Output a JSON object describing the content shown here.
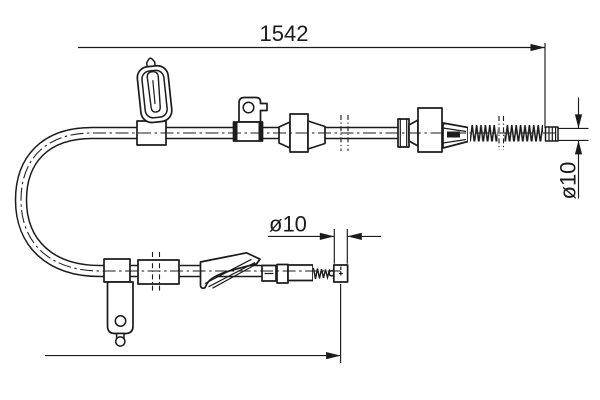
{
  "canvas": {
    "background": "#ffffff",
    "ink": "#1b1b1b"
  },
  "drawing": {
    "labels": {
      "overall_length": "1542",
      "diameter_right": "ø10",
      "diameter_lower": "ø10"
    }
  }
}
